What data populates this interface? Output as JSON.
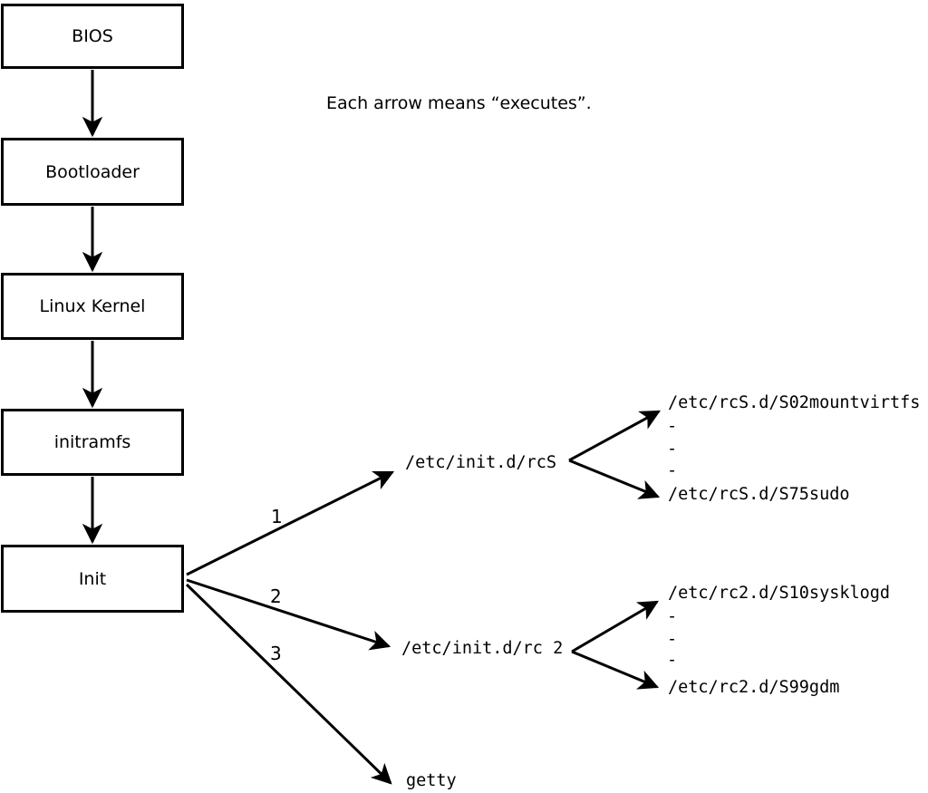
{
  "diagram": {
    "caption": "Each arrow means “executes”.",
    "chain": [
      {
        "label": "BIOS"
      },
      {
        "label": "Bootloader"
      },
      {
        "label": "Linux Kernel"
      },
      {
        "label": "initramfs"
      },
      {
        "label": "Init"
      }
    ],
    "branches": [
      {
        "order": "1",
        "target": "/etc/init.d/rcS",
        "children": [
          "/etc/rcS.d/S02mountvirtfs",
          "-",
          "-",
          "-",
          "/etc/rcS.d/S75sudo"
        ]
      },
      {
        "order": "2",
        "target": "/etc/init.d/rc 2",
        "children": [
          "/etc/rc2.d/S10sysklogd",
          "-",
          "-",
          "-",
          "/etc/rc2.d/S99gdm"
        ]
      },
      {
        "order": "3",
        "target": "getty",
        "children": []
      }
    ],
    "colors": {
      "ink": "#000000",
      "background": "#ffffff"
    }
  }
}
